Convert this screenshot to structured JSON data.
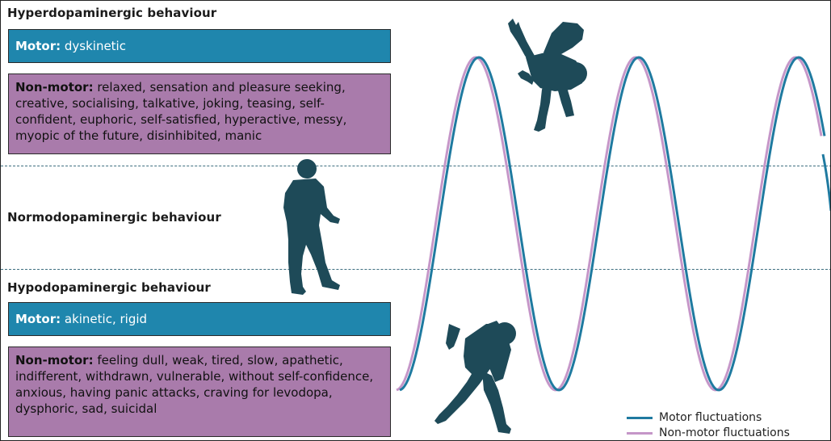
{
  "hyper": {
    "heading": "Hyperdopaminergic behaviour",
    "motor_key": "Motor:",
    "motor_text": " dyskinetic",
    "nonmotor_key": "Non-motor:",
    "nonmotor_text": " relaxed, sensation and pleasure seeking, creative, socialising, talkative, joking, teasing, self-confident, euphoric, self-satisfied, hyperactive, messy, myopic of the future, disinhibited, manic"
  },
  "normo": {
    "heading": "Normodopaminergic behaviour"
  },
  "hypo": {
    "heading": "Hypodopaminergic behaviour",
    "motor_key": "Motor:",
    "motor_text": " akinetic, rigid",
    "nonmotor_key": "Non-motor:",
    "nonmotor_text": " feeling dull, weak, tired, slow, apathetic, indifferent, withdrawn, vulnerable, without self-confidence, anxious, having panic attacks, craving for levodopa, dysphoric, sad, suicidal"
  },
  "legend": {
    "motor": "Motor fluctuations",
    "nonmotor": "Non-motor fluctuations"
  },
  "colors": {
    "motor_box": "#1f86ad",
    "nonmotor_box": "#a97bab",
    "motor_line": "#1f7aa0",
    "nonmotor_line": "#c596c8",
    "silhouette": "#1e4a58"
  },
  "icons": [
    "handstand-figure-icon",
    "standing-figure-icon",
    "hunched-figure-icon"
  ]
}
